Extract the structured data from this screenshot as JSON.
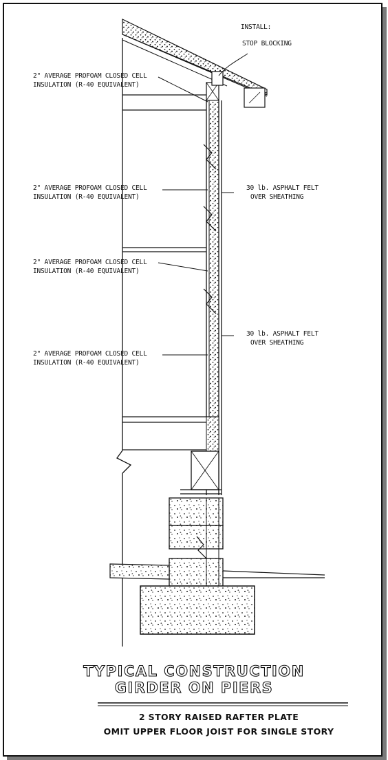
{
  "notes": {
    "install_1": "INSTALL:",
    "install_2": "STOP BLOCKING",
    "ins1_l1": "2\" AVERAGE PROFOAM CLOSED CELL",
    "ins1_l2": "INSULATION (R-40 EQUIVALENT)",
    "ins2_l1": "2\" AVERAGE PROFOAM CLOSED CELL",
    "ins2_l2": "INSULATION (R-40 EQUIVALENT)",
    "ins3_l1": "2\" AVERAGE PROFOAM CLOSED CELL",
    "ins3_l2": "INSULATION (R-40 EQUIVALENT)",
    "ins4_l1": "2\" AVERAGE PROFOAM CLOSED CELL",
    "ins4_l2": "INSULATION (R-40 EQUIVALENT)",
    "felt1_l1": "30 lb. ASPHALT FELT",
    "felt1_l2": "OVER SHEATHING",
    "felt2_l1": "30 lb. ASPHALT FELT",
    "felt2_l2": "OVER SHEATHING"
  },
  "title": {
    "line1": "TYPICAL CONSTRUCTION",
    "line2": "GIRDER ON PIERS",
    "sub1": "2 STORY RAISED RAFTER PLATE",
    "sub2": "OMIT UPPER FLOOR JOIST FOR SINGLE STORY"
  },
  "colors": {
    "ink": "#111111",
    "paper": "#ffffff",
    "shadow": "#7a7a7a"
  }
}
